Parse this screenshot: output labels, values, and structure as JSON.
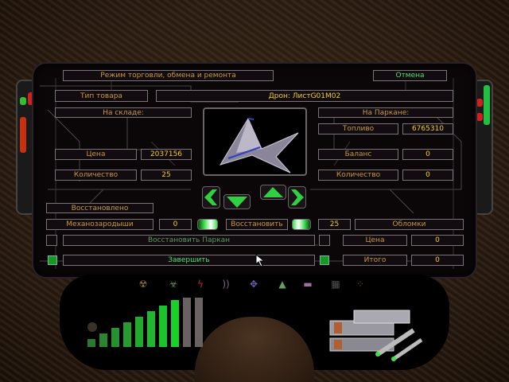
{
  "header": {
    "title": "Режим торговли, обмена и ремонта",
    "cancel_label": "Отмена"
  },
  "goods": {
    "type_label": "Тип товара",
    "type_value": "Дрон: ЛистG01M02"
  },
  "warehouse": {
    "heading": "На складе:",
    "price_label": "Цена",
    "price_value": "2037156",
    "qty_label": "Количество",
    "qty_value": "25"
  },
  "parkan": {
    "heading": "На Паркане:",
    "fuel_label": "Топливо",
    "fuel_value": "6765310",
    "balance_label": "Баланс",
    "balance_value": "0",
    "qty_label": "Количество",
    "qty_value": "0"
  },
  "repair": {
    "restored_label": "Восстановлено",
    "mechano_label": "Механозародыши",
    "mechano_value": "0",
    "restore_label": "Восстановить",
    "debris_value": "25",
    "debris_label": "Обломки",
    "restore_parkan_label": "Восстановить Паркан",
    "price_label": "Цена",
    "price_value": "0",
    "finish_label": "Завершить",
    "total_label": "Итого",
    "total_value": "0"
  },
  "dashboard": {
    "energy_level": 0.8,
    "energy_segments": 10,
    "icons": [
      "radiation-icon",
      "biohazard-icon",
      "lightning-icon",
      "signal-icon",
      "target-icon",
      "beacon-icon",
      "shield-icon",
      "grid-icon",
      "dots-icon"
    ]
  },
  "colors": {
    "label": "#c89a3a",
    "value": "#f0d020",
    "accent": "#50e070"
  }
}
